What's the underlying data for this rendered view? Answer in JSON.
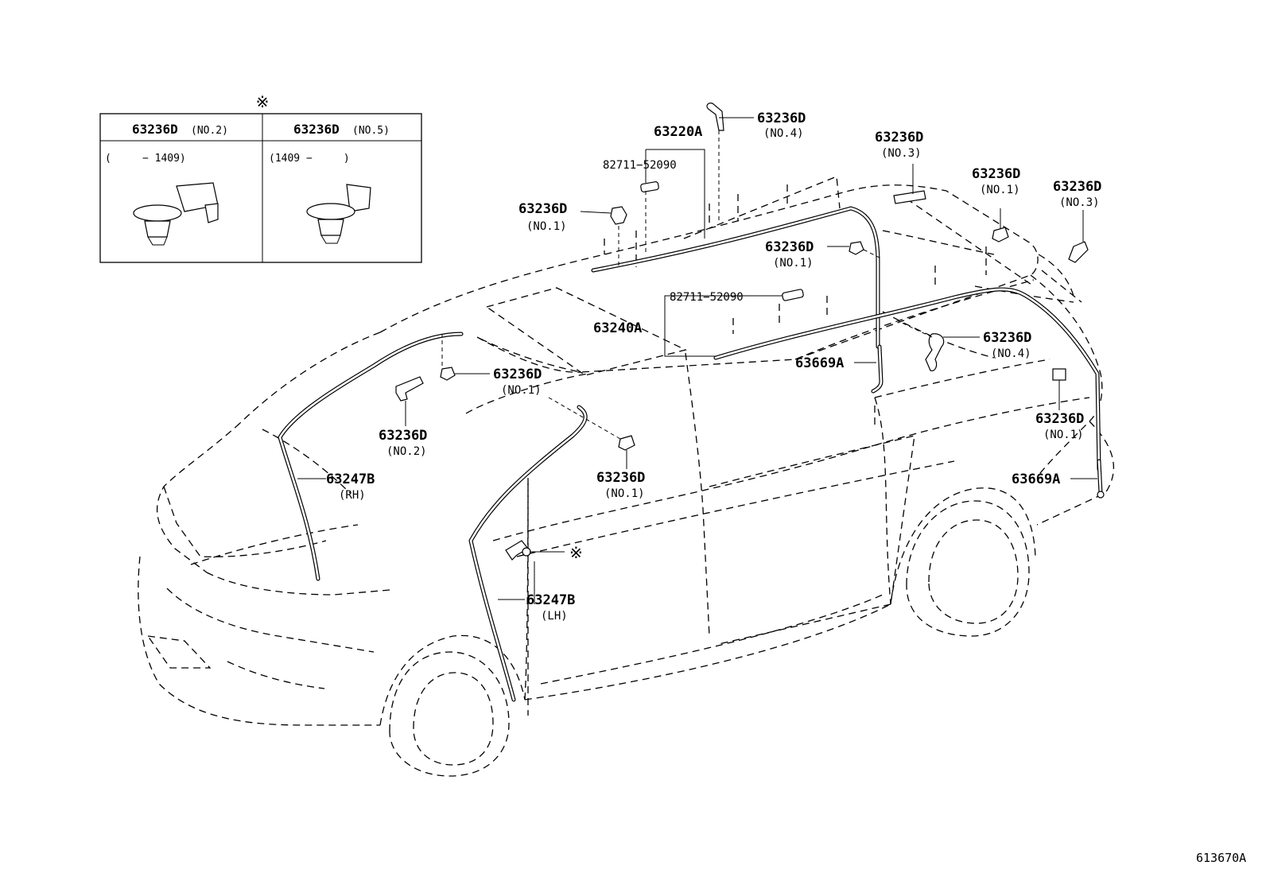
{
  "diagram_id": "613670A",
  "inset": {
    "marker": "※",
    "col1_part": "63236D",
    "col1_note": "(NO.2)",
    "col1_range": "(     − 1409)",
    "col2_part": "63236D",
    "col2_note": "(NO.5)",
    "col2_range": "(1409 −     )"
  },
  "labels": {
    "p63236D_no4_top": "63236D",
    "p63236D_no4_top_note": "(NO.4)",
    "p63220A": "63220A",
    "p82711_top": "82711−52090",
    "p63236D_no1_left": "63236D",
    "p63236D_no1_left_note": "(NO.1)",
    "p63236D_no3_top": "63236D",
    "p63236D_no3_top_note": "(NO.3)",
    "p63236D_no1_right": "63236D",
    "p63236D_no1_right_note": "(NO.1)",
    "p63236D_no3_right": "63236D",
    "p63236D_no3_right_note": "(NO.3)",
    "p63236D_no1_mid": "63236D",
    "p63236D_no1_mid_note": "(NO.1)",
    "p82711_mid": "82711−52090",
    "p63240A": "63240A",
    "p63236D_no4_mid": "63236D",
    "p63236D_no4_mid_note": "(NO.4)",
    "p63669A_mid": "63669A",
    "p63236D_no1_front": "63236D",
    "p63236D_no1_front_note": "(NO.1)",
    "p63236D_no2": "63236D",
    "p63236D_no2_note": "(NO.2)",
    "p63236D_no1_rear": "63236D",
    "p63236D_no1_rear_note": "(NO.1)",
    "p63236D_no1_pillar": "63236D",
    "p63236D_no1_pillar_note": "(NO.1)",
    "p63669A_rear": "63669A",
    "p63247B_rh": "63247B",
    "p63247B_rh_note": "(RH)",
    "p63247B_lh": "63247B",
    "p63247B_lh_note": "(LH)",
    "marker_lh": "※"
  }
}
